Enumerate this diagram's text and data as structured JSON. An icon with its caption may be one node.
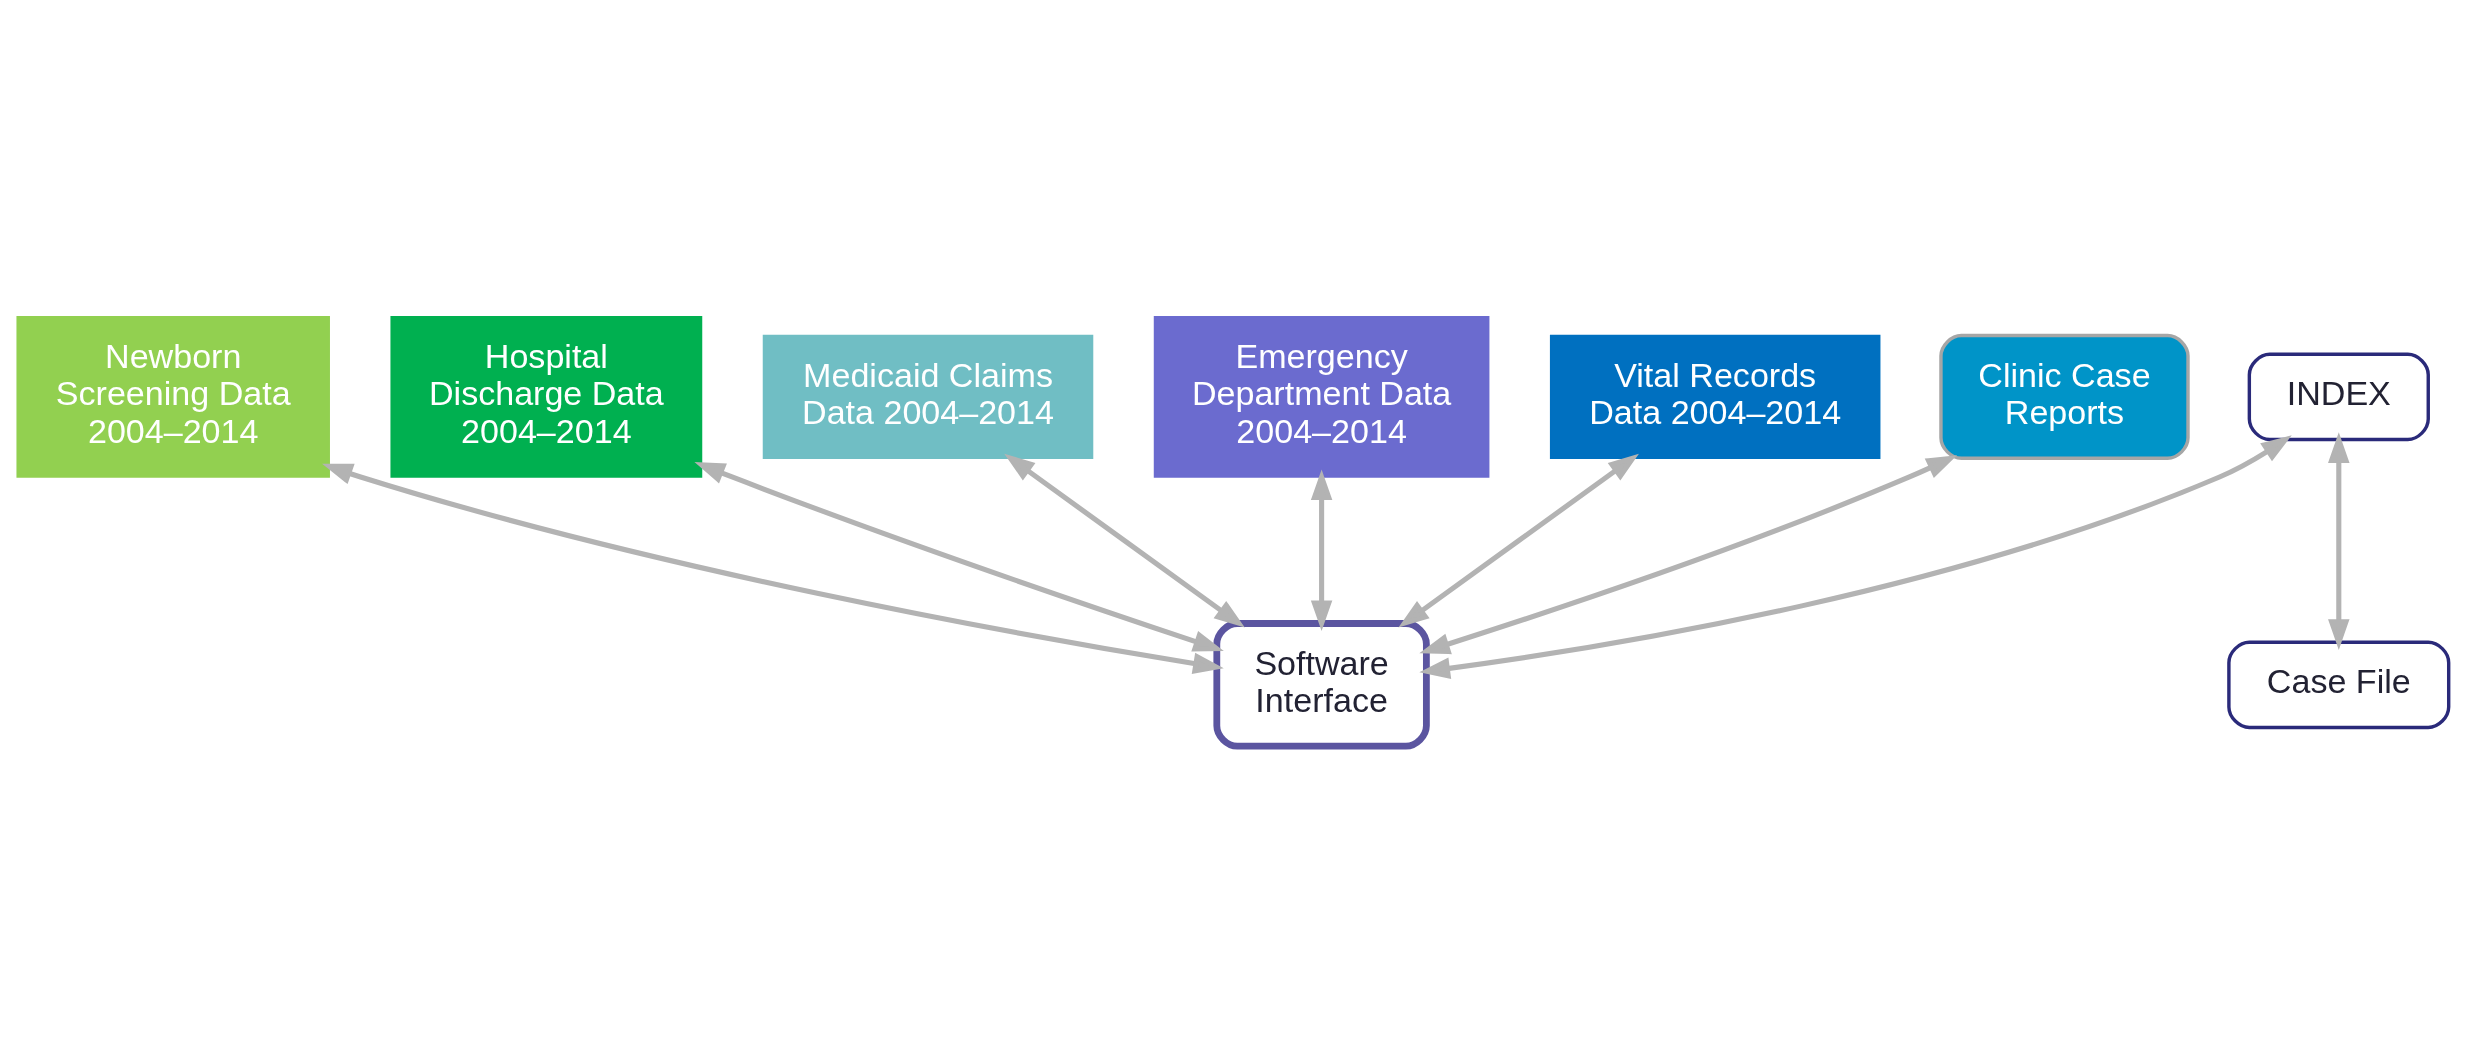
{
  "diagram": {
    "nodes": [
      {
        "text": [
          "Software Interface"
        ]
      },
      {
        "text": [
          "Newborn Screening Data 2004–2014"
        ]
      },
      {
        "text": [
          "Hospital Discharge Data 2004–2014"
        ]
      },
      {
        "text": [
          "Medicaid Claims Data 2004–2014"
        ]
      },
      {
        "text": [
          "Emergency Department Data 2004–2014"
        ]
      },
      {
        "text": [
          "Vital Records Data 2004–2014"
        ]
      },
      {
        "text": [
          "Clinic Case Reports"
        ]
      },
      {
        "text": [
          "INDEX"
        ]
      },
      {
        "text": [
          "Case File"
        ]
      }
    ],
    "edges": [
      {
        "from": 1,
        "to": 0,
        "arrow": "both"
      },
      {
        "from": 2,
        "to": 0,
        "arrow": "both"
      },
      {
        "from": 3,
        "to": 0,
        "arrow": "both"
      },
      {
        "from": 4,
        "to": 0,
        "arrow": "both"
      },
      {
        "from": 5,
        "to": 0,
        "arrow": "both"
      },
      {
        "from": 6,
        "to": 0,
        "arrow": "both"
      },
      {
        "from": 7,
        "to": 0,
        "arrow": "both"
      },
      {
        "from": 7,
        "to": 8,
        "arrow": "both"
      }
    ]
  }
}
